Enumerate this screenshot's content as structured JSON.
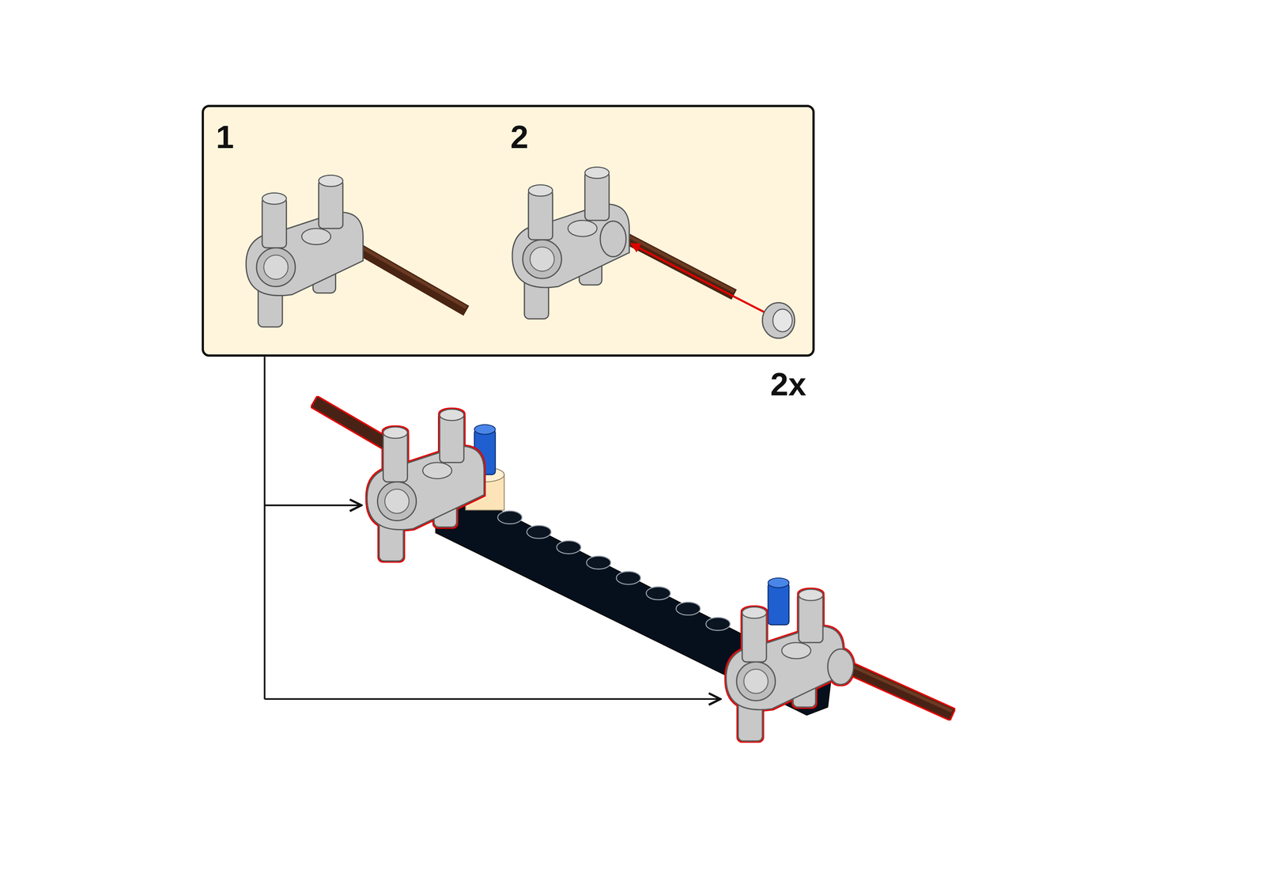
{
  "diagram": {
    "nodes": [
      {
        "text": [
          "1",
          "2",
          "2x"
        ]
      }
    ]
  }
}
